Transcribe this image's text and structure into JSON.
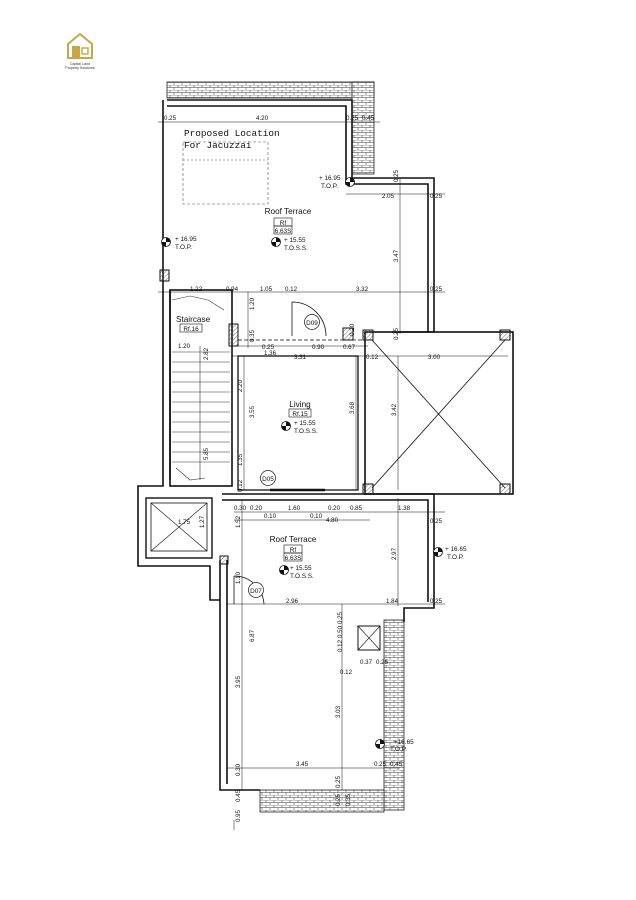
{
  "logo": {
    "name": "Capital Land",
    "tagline": "Property Solutions"
  },
  "rooms": {
    "jacuzzi": {
      "line1": "Proposed Location",
      "line2": "For Jacuzzai"
    },
    "roof_terrace_top": {
      "name": "Roof Terrace",
      "fl": "Rf",
      "tile": "6.63S",
      "level": "+ 15.55",
      "level_label": "T.O.S.S."
    },
    "staircase": {
      "name": "Staircase",
      "fl": "Rf.16"
    },
    "living": {
      "name": "Living",
      "fl": "Rf.15",
      "level": "+ 15.55",
      "level_label": "T.O.S.S."
    },
    "roof_terrace_bottom": {
      "name": "Roof Terrace",
      "fl": "Rf",
      "tile": "6.63S",
      "level": "+ 15.55",
      "level_label": "T.O.S.S."
    }
  },
  "levels": {
    "top_right": {
      "value": "+ 16.95",
      "label": "T.O.P."
    },
    "top_left": {
      "value": "+ 16.95",
      "label": "T.O.P."
    },
    "mid_right": {
      "value": "+ 16.65",
      "label": "T.O.P."
    },
    "bottom_right": {
      "value": "+16.65",
      "label": "T.O.P."
    }
  },
  "doors": {
    "d09": "D09",
    "d05": "D05",
    "d07": "D07"
  },
  "lift": {
    "w": "1.75",
    "h": "1.27"
  },
  "dimensions": {
    "top_width": "4.20",
    "top_left": "0.25",
    "top_right_a": "0.25",
    "top_right_b": "0.45",
    "mid_205": "2.05",
    "mid_025a": "0.25",
    "mid_025b": "0.25",
    "right_347": "3.47",
    "r2_122": "1.22",
    "r2_094": "0.94",
    "r2_105": "1.05",
    "r2_012": "0.12",
    "r2_332": "3.32",
    "r2_025": "0.25",
    "stair_120v": "1.20",
    "stair_120h": "1.20",
    "v_020": "0.20",
    "v_035": "0.35",
    "v_025": "0.25",
    "r3_025": "0.25",
    "r3_090": "0.90",
    "r3_067": "0.67",
    "r3_136": "1.36",
    "r3_331": "3.31",
    "r3_012": "0.12",
    "r3_300": "3.00",
    "v_220": "2.20",
    "v_355": "3.55",
    "v_368": "3.68",
    "v_342": "3.42",
    "v_135": "1.35",
    "v_012": "0.12",
    "v_282": "2.82",
    "v_585": "5.85",
    "r4_030": "0.30",
    "r4_020": "0.20",
    "r4_160": "1.60",
    "r4_020b": "0.20",
    "r4_085": "0.85",
    "r4_138": "1.38",
    "r4_025": "0.25",
    "r4_010": "0.10",
    "r4_010b": "0.10",
    "r4_480": "4.80",
    "v_152": "1.52",
    "v_297": "2.97",
    "v_110": "1.10",
    "r5_296": "2.96",
    "r5_184": "1.84",
    "r5_025": "0.25",
    "v_687": "6.87",
    "v_025b": "0.25",
    "v_050": "0.50",
    "v_012b": "0.12",
    "h_037": "0.37",
    "h_025": "0.25",
    "h_012": "0.12",
    "v_395": "3.95",
    "v_303": "3.03",
    "b_345": "3.45",
    "b_025": "0.25",
    "b_045": "0.45",
    "v_030": "0.30",
    "v_025c": "0.25",
    "v_045": "0.45",
    "v_025d": "0.25",
    "v_095": "0.95",
    "v_035b": "0.35"
  }
}
